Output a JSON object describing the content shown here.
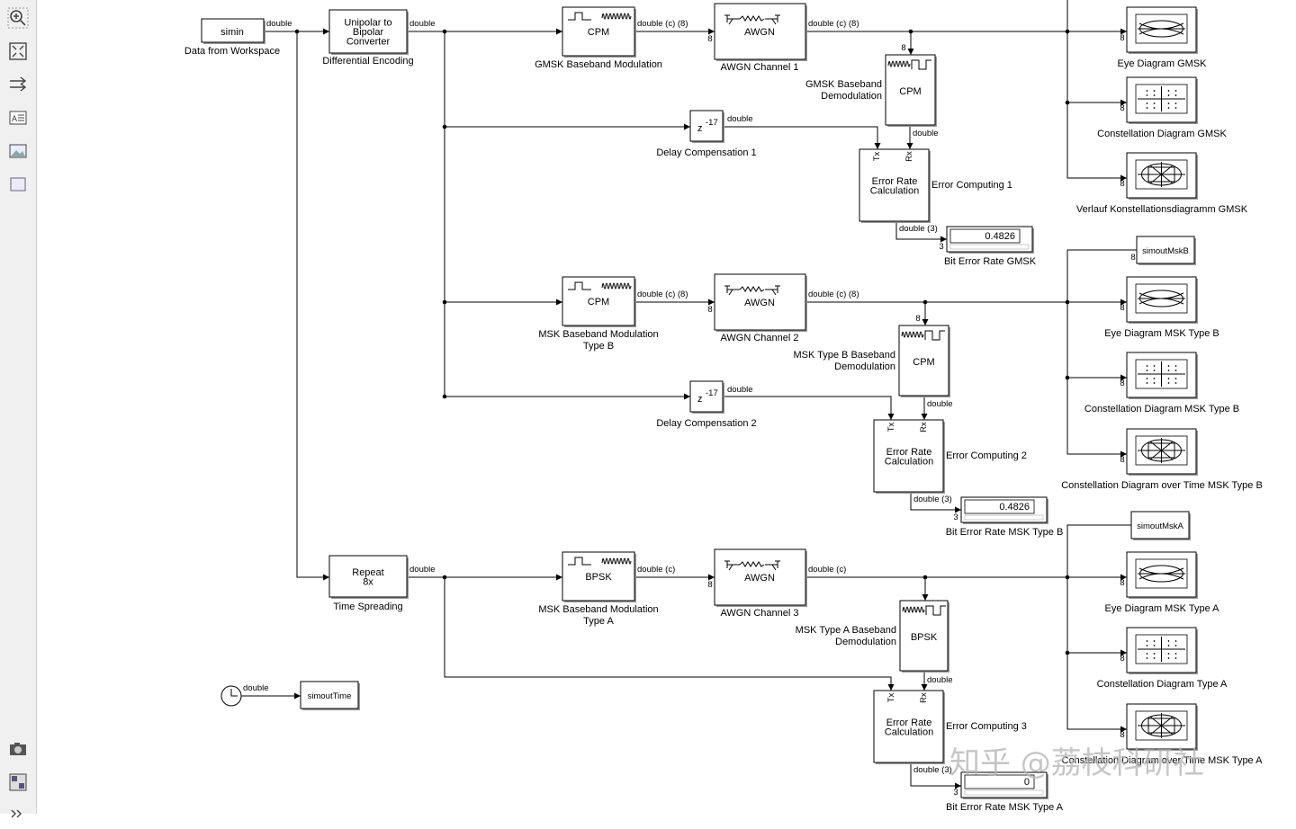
{
  "toolbar": {
    "items": [
      {
        "name": "zoom-in-icon"
      },
      {
        "name": "fit-to-view-icon"
      },
      {
        "name": "signal-route-icon"
      },
      {
        "name": "annotation-icon"
      },
      {
        "name": "image-icon"
      },
      {
        "name": "area-icon"
      },
      {
        "name": "camera-icon"
      },
      {
        "name": "model-browser-icon"
      },
      {
        "name": "expand-icon"
      }
    ]
  },
  "signal_types": {
    "double": "double",
    "double_c8": "double (c) (8)",
    "double_c": "double (c)",
    "double_3": "double (3)"
  },
  "port_labels": {
    "tx": "Tx",
    "rx": "Rx",
    "eight": "8",
    "three": "3"
  },
  "blocks": {
    "simin": {
      "text": "simin",
      "caption": "Data from Workspace"
    },
    "diff_enc": {
      "lines": [
        "Unipolar to",
        "Bipolar",
        "Converter"
      ],
      "caption": "Differential Encoding"
    },
    "repeat": {
      "lines": [
        "Repeat",
        "8x"
      ],
      "caption": "Time Spreading"
    },
    "clock": {
      "caption": ""
    },
    "simout_time": {
      "text": "simoutTime"
    },
    "mod_gmsk": {
      "text": "CPM",
      "caption": [
        "GMSK Baseband Modulation"
      ]
    },
    "mod_mskb": {
      "text": "CPM",
      "caption": [
        "MSK Baseband Modulation",
        "Type B"
      ]
    },
    "mod_mska": {
      "text": "BPSK",
      "caption": [
        "MSK Baseband Modulation",
        "Type A"
      ]
    },
    "awgn1": {
      "text": "AWGN",
      "caption": "AWGN Channel 1"
    },
    "awgn2": {
      "text": "AWGN",
      "caption": "AWGN Channel 2"
    },
    "awgn3": {
      "text": "AWGN",
      "caption": "AWGN Channel 3"
    },
    "demod_gmsk": {
      "text": "CPM",
      "caption": [
        "GMSK Baseband",
        "Demodulation"
      ]
    },
    "demod_mskb": {
      "text": "CPM",
      "caption": [
        "MSK Type B Baseband",
        "Demodulation"
      ]
    },
    "demod_mska": {
      "text": "BPSK",
      "caption": [
        "MSK Type A Baseband",
        "Demodulation"
      ]
    },
    "delay1": {
      "text": "z",
      "exp": "-17",
      "caption": "Delay Compensation 1"
    },
    "delay2": {
      "text": "z",
      "exp": "-17",
      "caption": "Delay Compensation 2"
    },
    "err1": {
      "lines": [
        "Error Rate",
        "Calculation"
      ],
      "caption": "Error Computing 1"
    },
    "err2": {
      "lines": [
        "Error Rate",
        "Calculation"
      ],
      "caption": "Error Computing 2"
    },
    "err3": {
      "lines": [
        "Error Rate",
        "Calculation"
      ],
      "caption": "Error Computing 3"
    },
    "disp_gmsk": {
      "value": "0.4826",
      "caption": "Bit Error Rate GMSK"
    },
    "disp_mskb": {
      "value": "0.4826",
      "caption": "Bit Error Rate MSK Type B"
    },
    "disp_mska": {
      "value": "0",
      "caption": "Bit Error Rate MSK Type A"
    },
    "simout_mskb": {
      "text": "simoutMskB"
    },
    "simout_mska": {
      "text": "simoutMskA"
    },
    "eye_gmsk": {
      "caption": "Eye Diagram GMSK"
    },
    "const_gmsk": {
      "caption": "Constellation Diagram GMSK"
    },
    "constt_gmsk": {
      "caption": "Verlauf Konstellationsdiagramm GMSK"
    },
    "eye_mskb": {
      "caption": "Eye Diagram MSK Type B"
    },
    "const_mskb": {
      "caption": "Constellation Diagram MSK Type B"
    },
    "constt_mskb": {
      "caption": "Constellation Diagram over Time MSK Type B"
    },
    "eye_mska": {
      "caption": "Eye Diagram MSK Type A"
    },
    "const_mska": {
      "caption": "Constellation Diagram Type A"
    },
    "constt_mska": {
      "caption": "Constellation Diagram over Time MSK Type A"
    }
  },
  "watermark": "知乎 @荔枝科研社"
}
